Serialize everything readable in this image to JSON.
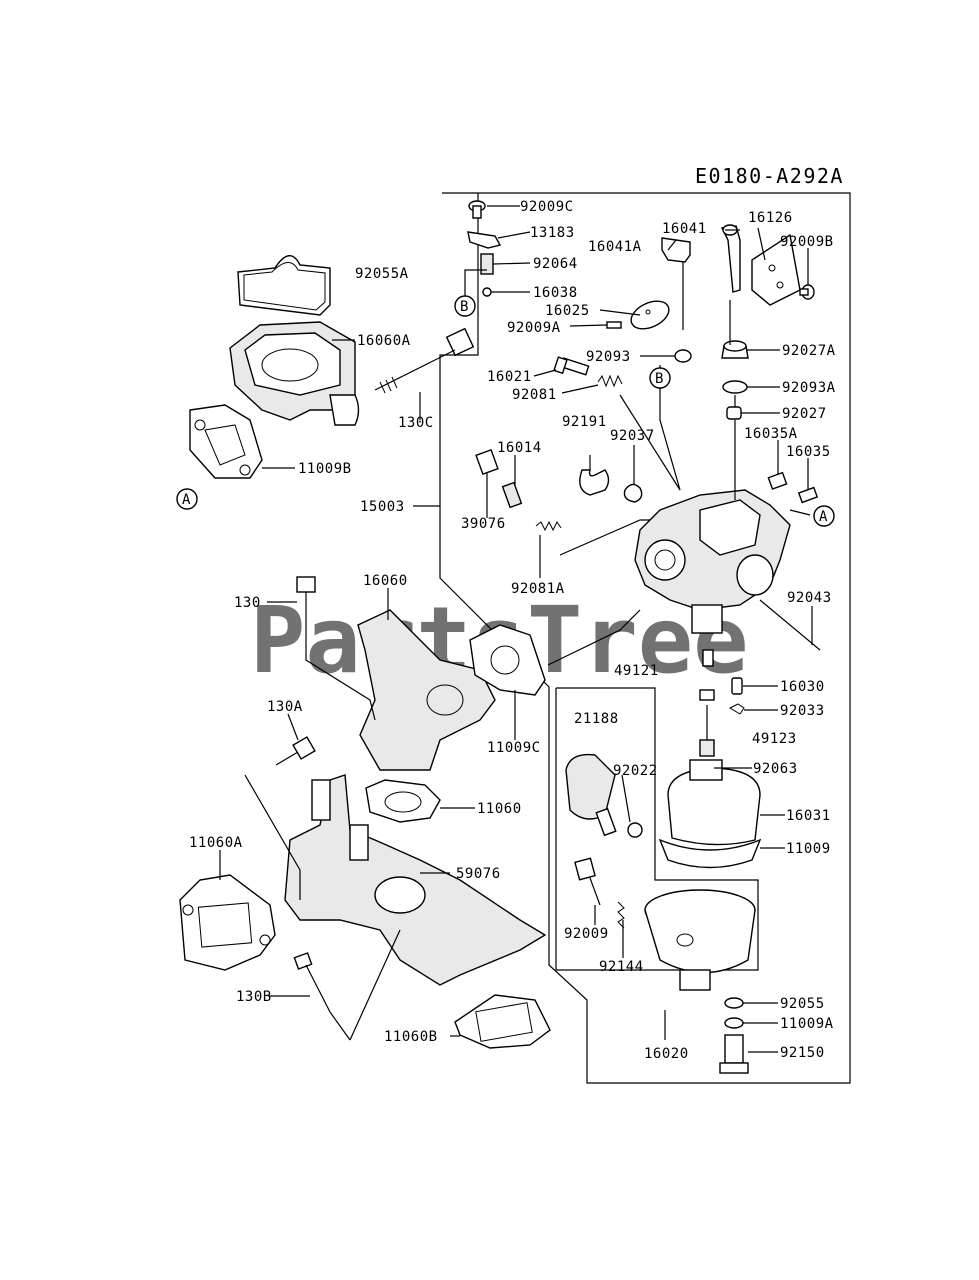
{
  "diagram_code": "E0180-A292A",
  "watermark": "PartsTree",
  "callouts": {
    "A": "A",
    "B": "B"
  },
  "labels": [
    "92009C",
    "13183",
    "92064",
    "16038",
    "16041",
    "16126",
    "92009B",
    "16041A",
    "16025",
    "92009A",
    "92093",
    "92027A",
    "92055A",
    "16060A",
    "130C",
    "11009B",
    "16021",
    "92081",
    "92093A",
    "92027",
    "16035A",
    "16035",
    "92191",
    "92037",
    "16014",
    "39076",
    "15003",
    "92081A",
    "92043",
    "16060",
    "130",
    "49121",
    "16030",
    "92033",
    "49123",
    "21188",
    "92022",
    "92063",
    "11009C",
    "130A",
    "11060",
    "16031",
    "11009",
    "11060A",
    "59076",
    "92009",
    "92144",
    "92055",
    "130B",
    "11060B",
    "16020",
    "11009A",
    "92150"
  ]
}
